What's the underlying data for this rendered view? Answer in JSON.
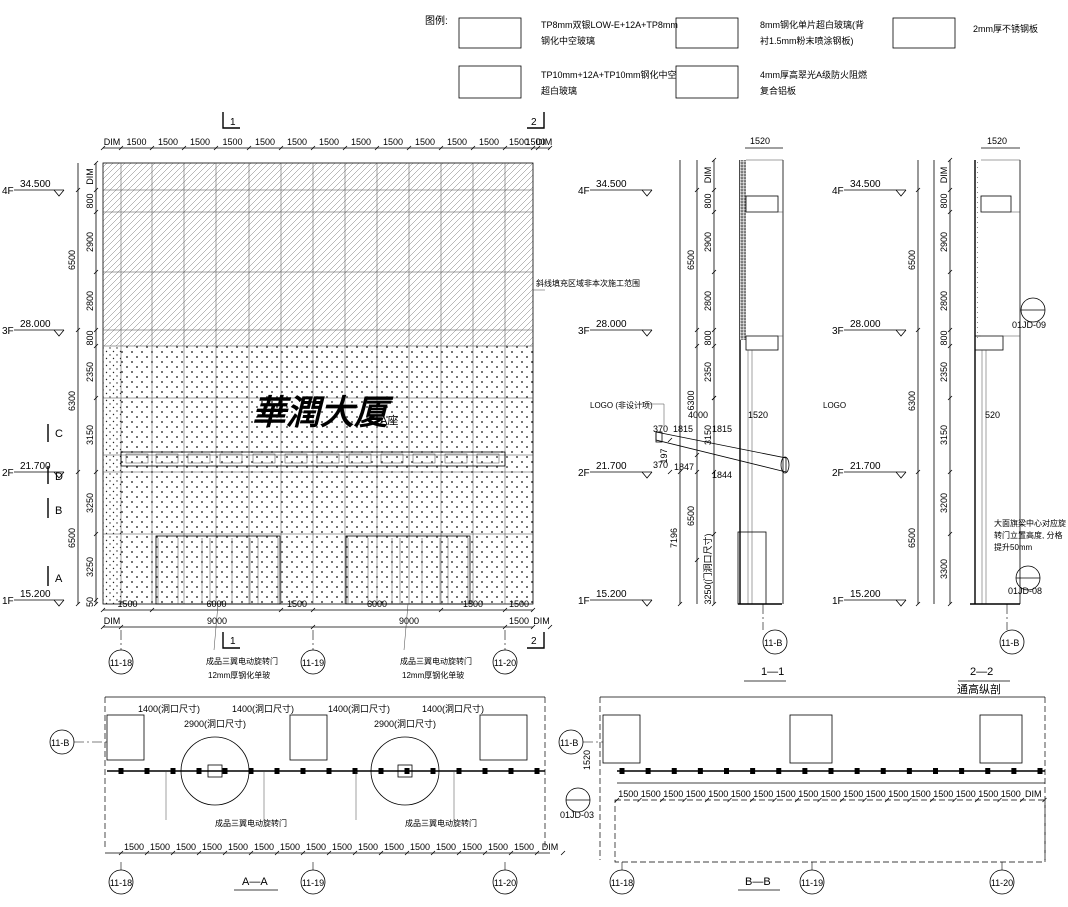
{
  "legend": {
    "title": "图例:",
    "items": [
      {
        "pattern": "dots",
        "text1": "TP8mm双银LOW-E+12A+TP8mm",
        "text2": "钢化中空玻璃"
      },
      {
        "pattern": "hatch",
        "text1": "8mm钢化单片超白玻璃(背",
        "text2": "衬1.5mm粉末喷涂钢板)"
      },
      {
        "pattern": "fine",
        "text1": "2mm厚不锈钢板",
        "text2": ""
      },
      {
        "pattern": "sparse",
        "text1": "TP10mm+12A+TP10mm钢化中空",
        "text2": "超白玻璃"
      },
      {
        "pattern": "dense",
        "text1": "4mm厚高翠光A级防火阻燃",
        "text2": "复合铝板"
      }
    ]
  },
  "levels": [
    {
      "name": "4F",
      "value": "34.500"
    },
    {
      "name": "3F",
      "value": "28.000"
    },
    {
      "name": "2F",
      "value": "21.700"
    },
    {
      "name": "1F",
      "value": "15.200"
    }
  ],
  "elevation": {
    "top_dims": [
      "DIM",
      "1500",
      "1500",
      "1500",
      "1500",
      "1500",
      "1500",
      "1500",
      "1500",
      "1500",
      "1500",
      "1500",
      "1500",
      "1500",
      "1500",
      "DIM"
    ],
    "left_inner_dims": [
      "DIM",
      "800",
      "2900",
      "2800",
      "800",
      "2350",
      "3150",
      "3250",
      "3250",
      "50"
    ],
    "left_outer_dims": [
      "6500",
      "6300",
      "6500"
    ],
    "zone_markers": [
      "C",
      "D",
      "B",
      "A"
    ],
    "bottom_dims_1": [
      "1500",
      "6000",
      "1500",
      "6000",
      "1500",
      "1500"
    ],
    "bottom_dims_2": [
      "DIM",
      "9000",
      "9000",
      "1500",
      "DIM"
    ],
    "section_marks": [
      "1",
      "2"
    ],
    "grid_axes": [
      "11-18",
      "11-19",
      "11-20"
    ],
    "note_hatch": "斜线填充区域非本次施工范围",
    "logo_text": "華潤大厦",
    "logo_suffix": "A座",
    "door_note_1": "成品三翼电动旋转门",
    "door_note_2": "12mm厚钢化单玻"
  },
  "section_1": {
    "title": "1—1",
    "grid_axis": "11-B",
    "top_dim": "1520",
    "dims_left": [
      "DIM",
      "800",
      "2900",
      "2800",
      "800",
      "2350",
      "6300",
      "3150",
      "197",
      "7196",
      "6500",
      "3250(门洞口尺寸)"
    ],
    "outer": [
      "6500"
    ],
    "canopy_dims": [
      "4000",
      "370",
      "1815",
      "1815",
      "1520",
      "370",
      "1847",
      "1844"
    ],
    "logo_note": "LOGO (非设计项)"
  },
  "section_2": {
    "title": "2—2",
    "subtitle": "通高纵剖",
    "grid_axis": "11-B",
    "top_dim": "1520",
    "dims": [
      "DIM",
      "800",
      "2900",
      "2800",
      "800",
      "2350",
      "3150",
      "3200",
      "3300"
    ],
    "outer": [
      "6500",
      "6300",
      "6500"
    ],
    "mid_dim": "520",
    "logo_label": "LOGO",
    "note_lines": [
      "大面旗梁中心对应旋",
      "转门立置高度, 分格",
      "提升50mm"
    ],
    "detail_1": "01JD-09",
    "detail_2": "01JD-08"
  },
  "plan_aa": {
    "title": "A—A",
    "top_dims": [
      "1400(洞口尺寸)",
      "1400(洞口尺寸)",
      "1400(洞口尺寸)",
      "1400(洞口尺寸)"
    ],
    "inner_dims": [
      "2900(洞口尺寸)",
      "2900(洞口尺寸)"
    ],
    "door_label": "成品三翼电动旋转门",
    "bottom_dims": [
      "1500",
      "1500",
      "1500",
      "1500",
      "1500",
      "1500",
      "1500",
      "1500",
      "1500",
      "1500",
      "1500",
      "1500",
      "1500",
      "1500",
      "1500",
      "1500",
      "DIM"
    ],
    "grid_axes": [
      "11-18",
      "11-19",
      "11-20"
    ],
    "row_axis": "11-B"
  },
  "plan_bb": {
    "title": "B—B",
    "side_dim": "1520",
    "dims": [
      "1500",
      "1500",
      "1500",
      "1500",
      "1500",
      "1500",
      "1500",
      "1500",
      "1500",
      "1500",
      "1500",
      "1500",
      "1500",
      "1500",
      "1500",
      "1500",
      "1500",
      "1500",
      "DIM"
    ],
    "detail": "01JD-03",
    "grid_axes": [
      "11-18",
      "11-19",
      "11-20"
    ],
    "row_axis": "11-B"
  }
}
